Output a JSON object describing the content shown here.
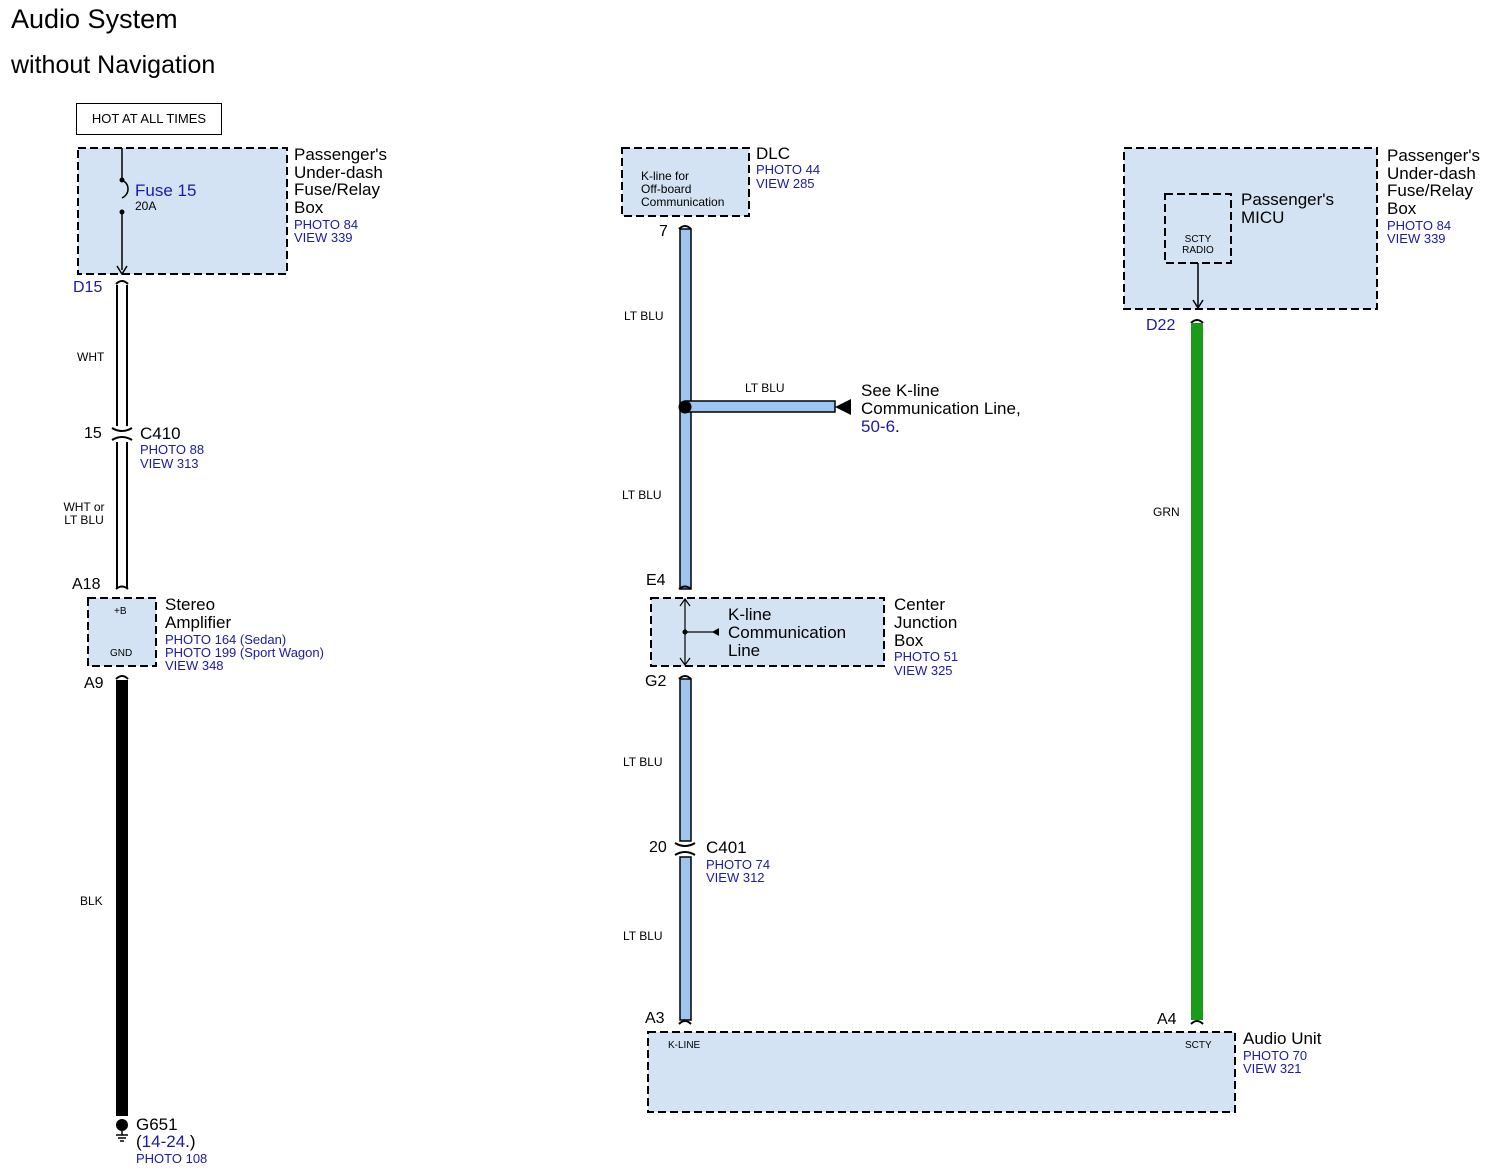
{
  "title": {
    "line1": "Audio System",
    "line2": "without Navigation"
  },
  "hot_label": "HOT AT ALL TIMES",
  "fuse_box_left": {
    "fuse_name": "Fuse 15",
    "fuse_rating": "20A",
    "name_lines": [
      "Passenger's",
      "Under-dash",
      "Fuse/Relay",
      "Box"
    ],
    "photo": "PHOTO 84",
    "view": "VIEW 339",
    "pin": "D15"
  },
  "wire_wht": "WHT",
  "c410": {
    "pin": "15",
    "name": "C410",
    "photo": "PHOTO 88",
    "view": "VIEW 313"
  },
  "wire_wht_or": [
    "WHT or",
    "LT BLU"
  ],
  "amp": {
    "pin_top": "A18",
    "plus_b": "+B",
    "gnd": "GND",
    "pin_bottom": "A9",
    "name_lines": [
      "Stereo",
      "Amplifier"
    ],
    "photo1": "PHOTO 164 (Sedan)",
    "photo2": "PHOTO 199 (Sport Wagon)",
    "view": "VIEW 348"
  },
  "wire_blk": "BLK",
  "g651": {
    "name": "G651",
    "ref_open": "(",
    "ref": "14-24",
    "ref_close": ".)",
    "photo": "PHOTO 108"
  },
  "dlc": {
    "inner_lines": [
      "K-line for",
      "Off-board",
      "Communication"
    ],
    "name": "DLC",
    "photo": "PHOTO 44",
    "view": "VIEW 285",
    "pin": "7"
  },
  "wire_lt_blu": "LT BLU",
  "kline_ref": {
    "wire": "LT BLU",
    "line1": "See K-line",
    "line2": "Communication Line,",
    "ref": "50-6",
    "ref_suffix": "."
  },
  "cjb": {
    "pin_top": "E4",
    "pin_bottom": "G2",
    "inner_lines": [
      "K-line",
      "Communication",
      "Line"
    ],
    "name_lines": [
      "Center",
      "Junction",
      "Box"
    ],
    "photo": "PHOTO 51",
    "view": "VIEW 325"
  },
  "c401": {
    "pin": "20",
    "name": "C401",
    "photo": "PHOTO 74",
    "view": "VIEW 312"
  },
  "fuse_box_right": {
    "name_lines": [
      "Passenger's",
      "Under-dash",
      "Fuse/Relay",
      "Box"
    ],
    "photo": "PHOTO 84",
    "view": "VIEW 339",
    "micu_lines": [
      "Passenger's",
      "MICU"
    ],
    "inner_lines": [
      "SCTY",
      "RADIO"
    ],
    "pin": "D22"
  },
  "wire_grn": "GRN",
  "audio_unit": {
    "pin_left": "A3",
    "pin_right": "A4",
    "kline": "K-LINE",
    "scty": "SCTY",
    "name": "Audio Unit",
    "photo": "PHOTO 70",
    "view": "VIEW 321"
  },
  "colors": {
    "box_fill": "#d4e3f3",
    "lt_blu_wire": "#9ec5ee",
    "grn_wire": "#1a9c1a",
    "ref_blue": "#1a1aa6"
  }
}
